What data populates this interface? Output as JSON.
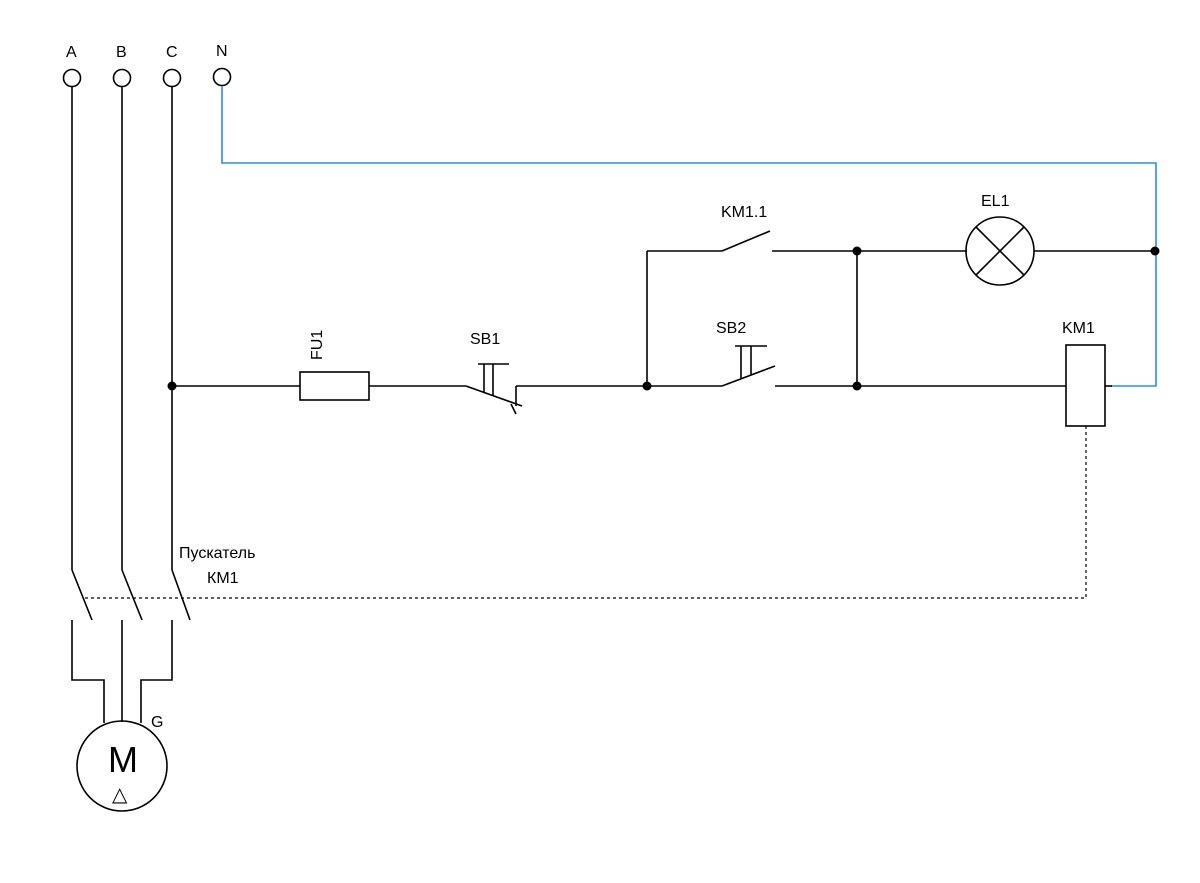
{
  "colors": {
    "wire": "#000000",
    "neutral": "#2c8fd6",
    "background": "#ffffff"
  },
  "terminals": {
    "a": "A",
    "b": "B",
    "c": "C",
    "n": "N"
  },
  "components": {
    "fuse": "FU1",
    "stop_button": "SB1",
    "start_button": "SB2",
    "aux_contact": "KM1.1",
    "lamp": "EL1",
    "coil": "KM1",
    "starter_line1": "Пускатель",
    "starter_line2": "КМ1",
    "motor": "M",
    "motor_connection": "△",
    "motor_terminal": "G"
  }
}
